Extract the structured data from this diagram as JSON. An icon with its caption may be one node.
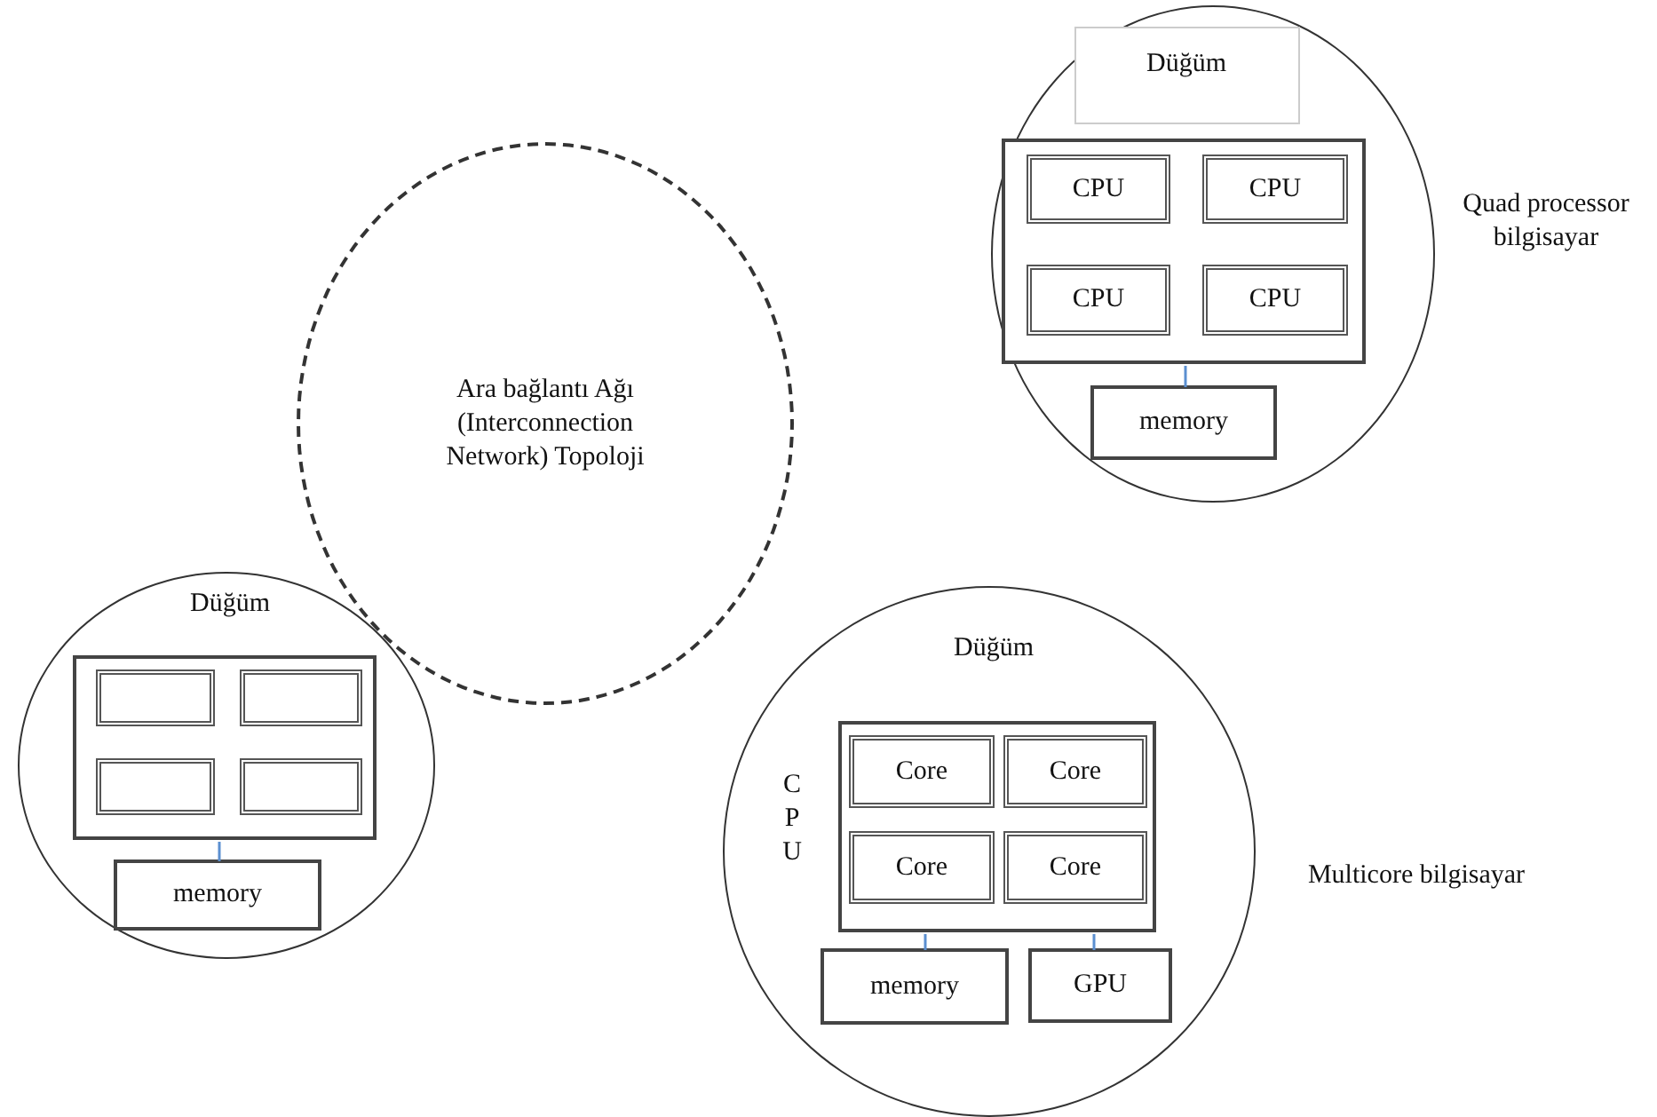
{
  "diagram": {
    "nodes": [
      {
        "text": [
          "Ara bağlantı Ağı (Interconnection Network) Topoloji"
        ]
      },
      {
        "text": [
          "Düğüm"
        ],
        "beside": [
          "Quad processor bilgisayar"
        ]
      },
      {
        "text": [],
        "shape": "box",
        "in": 1
      },
      {
        "text": [
          "CPU"
        ],
        "in": 2
      },
      {
        "text": [
          "CPU"
        ],
        "in": 2
      },
      {
        "text": [
          "CPU"
        ],
        "in": 2
      },
      {
        "text": [
          "CPU"
        ],
        "in": 2
      },
      {
        "text": [
          "memory"
        ],
        "in": 1
      },
      {
        "text": [
          "Düğüm"
        ]
      },
      {
        "text": [],
        "shape": "box",
        "in": 8
      },
      {
        "text": [],
        "shape": "box",
        "in": 9
      },
      {
        "text": [],
        "shape": "box",
        "in": 9
      },
      {
        "text": [],
        "shape": "box",
        "in": 9
      },
      {
        "text": [],
        "shape": "box",
        "in": 9
      },
      {
        "text": [
          "memory"
        ],
        "in": 8
      },
      {
        "text": [
          "Düğüm"
        ],
        "beside": [
          "Multicore bilgisayar"
        ]
      },
      {
        "text": [
          "CPU"
        ],
        "in": 15
      },
      {
        "text": [
          "Core"
        ],
        "in": 16
      },
      {
        "text": [
          "Core"
        ],
        "in": 16
      },
      {
        "text": [
          "Core"
        ],
        "in": 16
      },
      {
        "text": [
          "Core"
        ],
        "in": 16
      },
      {
        "text": [
          "memory"
        ],
        "in": 15
      },
      {
        "text": [
          "GPU"
        ],
        "in": 15
      }
    ],
    "edges": [
      {
        "from": 2,
        "to": 7,
        "arrow": "none"
      },
      {
        "from": 9,
        "to": 14,
        "arrow": "none"
      },
      {
        "from": 16,
        "to": 21,
        "arrow": "none"
      },
      {
        "from": 16,
        "to": 22,
        "arrow": "none"
      }
    ]
  }
}
